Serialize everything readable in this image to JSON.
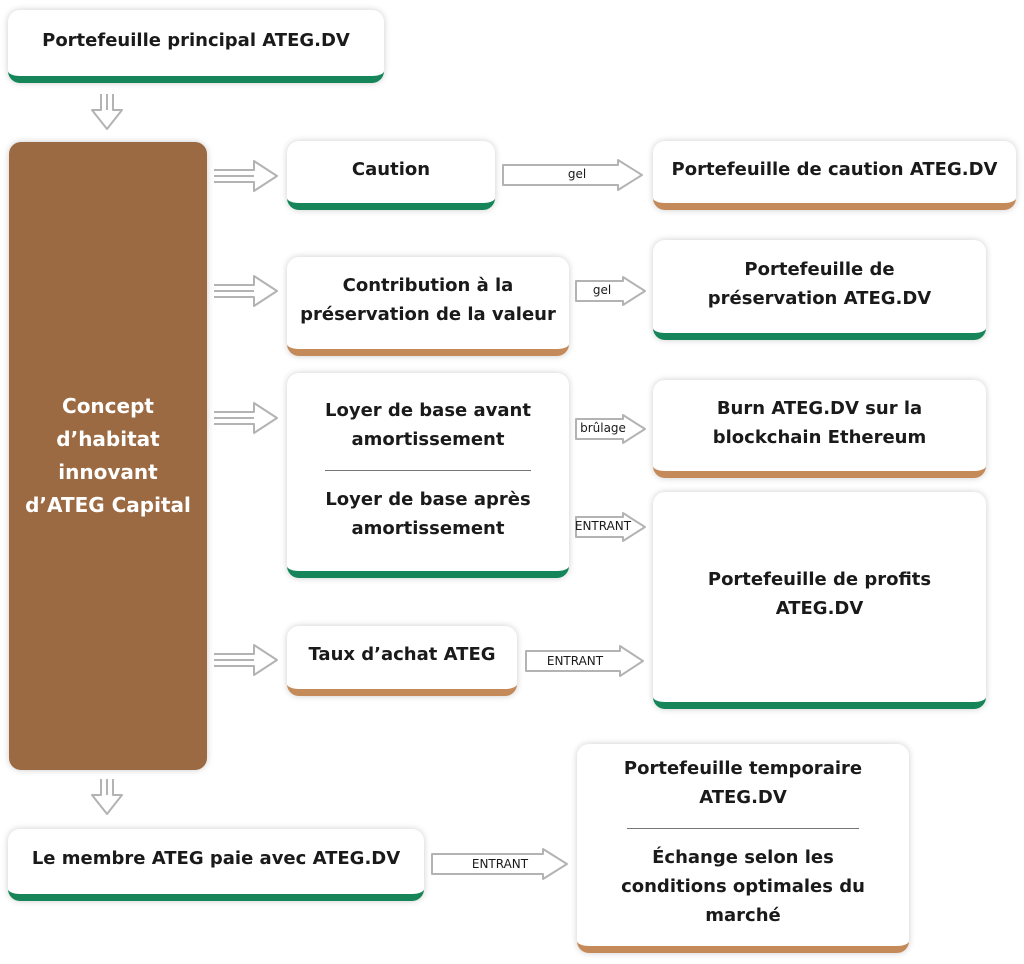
{
  "nodes": {
    "main_wallet": "Portefeuille principal ATEG.DV",
    "concept": "Concept\nd’habitat\ninnovant\nd’ATEG Capital",
    "caution": "Caution",
    "caution_wallet": "Portefeuille de caution ATEG.DV",
    "contribution_line1": "Contribution à la",
    "contribution_line2": "préservation de la valeur",
    "preservation_line1": "Portefeuille de",
    "preservation_line2": "préservation ATEG.DV",
    "rent_before_line1": "Loyer de base avant",
    "rent_before_line2": "amortissement",
    "rent_after_line1": "Loyer de base après",
    "rent_after_line2": "amortissement",
    "burn_line1": "Burn ATEG.DV sur la",
    "burn_line2": "blockchain Ethereum",
    "profit_line1": "Portefeuille de profits",
    "profit_line2": "ATEG.DV",
    "purchase_rate": "Taux d’achat ATEG",
    "member_pays": "Le membre ATEG paie avec ATEG.DV",
    "temp_line1": "Portefeuille temporaire",
    "temp_line2": "ATEG.DV",
    "exchange_line1": "Échange selon les",
    "exchange_line2": "conditions optimales du",
    "exchange_line3": "marché"
  },
  "edge_labels": {
    "caution_to_wallet": "gel",
    "contribution_to_preservation": "gel",
    "rent_to_burn": "brûlage",
    "rent_to_profit": "ENTRANT",
    "rate_to_profit": "ENTRANT",
    "member_to_temp": "ENTRANT"
  },
  "colors": {
    "green_accent": "#16855a",
    "brown_accent": "#c48a5a",
    "concept_fill": "#9b6a42",
    "arrow": "#b3b3b3"
  }
}
